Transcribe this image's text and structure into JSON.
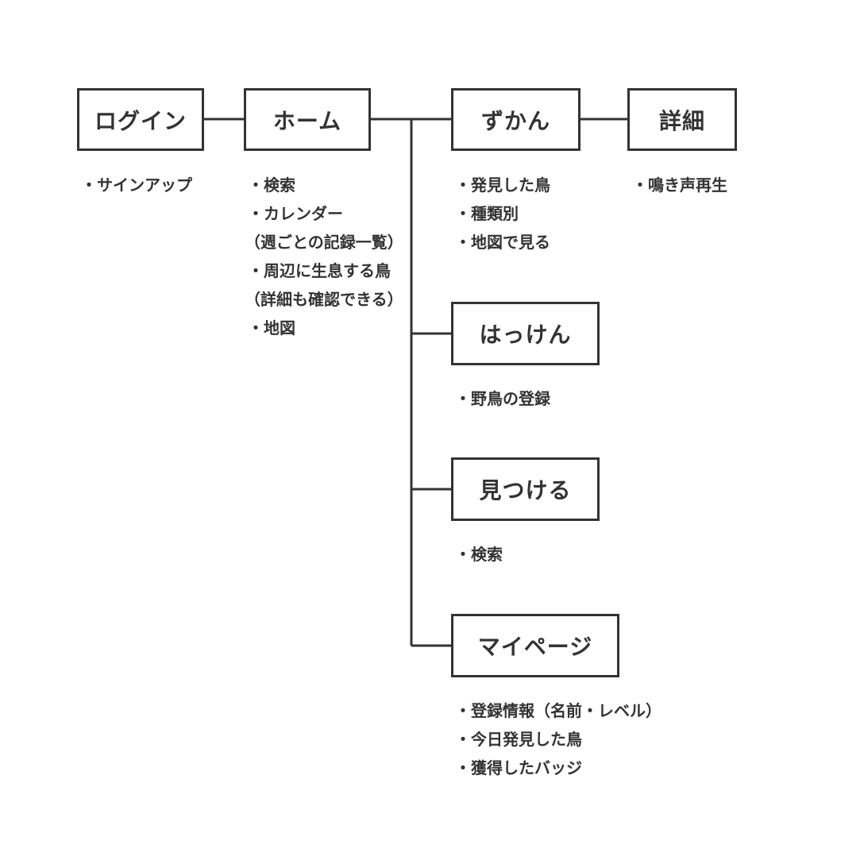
{
  "nodes": {
    "login": "ログイン",
    "home": "ホーム",
    "zukan": "ずかん",
    "detail": "詳細",
    "hakken": "はっけん",
    "mitsukeru": "見つける",
    "mypage": "マイページ"
  },
  "notes": {
    "login": [
      "・サインアップ"
    ],
    "home": [
      "・検索",
      "・カレンダー",
      "（週ごとの記録一覧）",
      "・周辺に生息する鳥",
      "（詳細も確認できる）",
      "・地図"
    ],
    "zukan": [
      "・発見した鳥",
      "・種類別",
      "・地図で見る"
    ],
    "detail": [
      "・鳴き声再生"
    ],
    "hakken": [
      "・野鳥の登録"
    ],
    "mitsukeru": [
      "・検索"
    ],
    "mypage": [
      "・登録情報（名前・レベル）",
      "・今日発見した鳥",
      "・獲得したバッジ"
    ]
  },
  "colors": {
    "line": "#333333",
    "text": "#333333",
    "background": "#ffffff"
  }
}
